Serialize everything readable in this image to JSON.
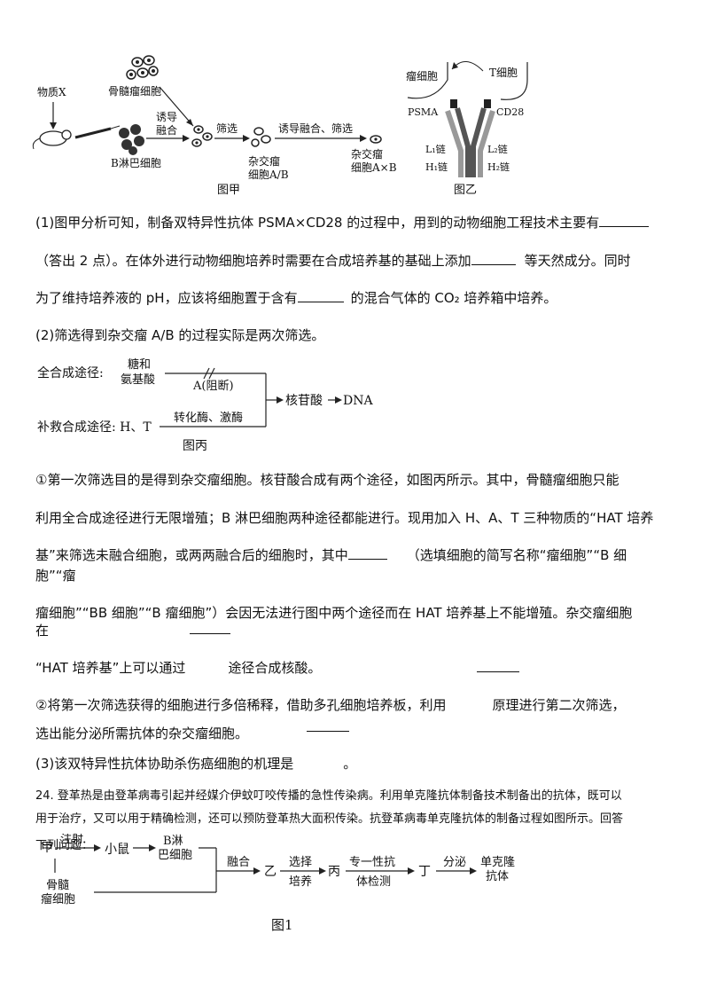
{
  "fig_jia": {
    "caption": "图甲",
    "substance_x": "物质X",
    "myeloma": "骨髓瘤细胞",
    "b_cell": "B淋巴细胞",
    "induce_fusion": [
      "诱导",
      "融合"
    ],
    "screen": "筛选",
    "induce_fusion_screen": "诱导融合、筛选",
    "hybrid_ab": [
      "杂交瘤",
      "细胞A/B"
    ],
    "hybrid_axb": [
      "杂交瘤",
      "细胞A×B"
    ]
  },
  "fig_yi": {
    "caption": "图乙",
    "tumor_cell": "瘤细胞",
    "t_cell": "T细胞",
    "psma": "PSMA",
    "cd28": "CD28",
    "l1": "L₁链",
    "h1": "H₁链",
    "l2": "L₂链",
    "h2": "H₂链"
  },
  "q1": {
    "line1": "(1)图甲分析可知，制备双特异性抗体 PSMA×CD28 的过程中，用到的动物细胞工程技术主要有",
    "line2a": "（答出 2 点）。在体外进行动物细胞培养时需要在合成培养基的基础上添加",
    "line2b": "等天然成分。同时",
    "line3a": "为了维持培养液的 pH，应该将细胞置于含有",
    "line3b": "的混合气体的 CO₂ 培养箱中培养。"
  },
  "q2": {
    "intro": "(2)筛选得到杂交瘤 A/B 的过程实际是两次筛选。"
  },
  "fig_bing": {
    "caption": "图丙",
    "full_path": "全合成途径:",
    "sugar": "糖和",
    "amino": "氨基酸",
    "a_block": "A(阻断)",
    "nucleotide": "核苷酸",
    "dna": "DNA",
    "salvage": "补救合成途径: H、T",
    "enzymes": "转化酶、激酶"
  },
  "q2_1": {
    "l1": "①第一次筛选目的是得到杂交瘤细胞。核苷酸合成有两个途径，如图丙所示。其中，骨髓瘤细胞只能",
    "l2": "利用全合成途径进行无限增殖；B 淋巴细胞两种途径都能进行。现用加入 H、A、T 三种物质的“HAT 培养",
    "l3a": "基”来筛选未融合细胞，或两两融合后的细胞时，其中",
    "l3b": "（选填细胞的简写名称“瘤细胞”“B 细",
    "l4": "胞”“瘤",
    "l5": "瘤细胞”“BB 细胞”“B 瘤细胞”）会因无法进行图中两个途径而在 HAT 培养基上不能增殖。杂交瘤细胞",
    "l6": "在",
    "l7a": "“HAT 培养基”上可以通过",
    "l7b": "途径合成核酸。"
  },
  "q2_2": {
    "l1a": "②将第一次筛选获得的细胞进行多倍稀释，借助多孔细胞培养板，利用",
    "l1b": "原理进行第二次筛选，",
    "l2": "选出能分泌所需抗体的杂交瘤细胞。"
  },
  "q3": {
    "text": "(3)该双特异性抗体协助杀伤癌细胞的机理是",
    "end": "。"
  },
  "q24": {
    "l1": "24. 登革热是由登革病毒引起并经媒介伊蚊叮咬传播的急性传染病。利用单克隆抗体制备技术制备出的抗体，既可以",
    "l2": "用于治疗，又可以用于精确检测，还可以预防登革热大面积传染。抗登革病毒单克隆抗体的制备过程如图所示。回答",
    "l3": "下列问题："
  },
  "fig1": {
    "caption": "图1",
    "jia": "甲",
    "inject": "注射",
    "mouse": "小鼠",
    "b_cell": [
      "B淋",
      "巴细胞"
    ],
    "myeloma": [
      "骨髓",
      "瘤细胞"
    ],
    "fuse": "融合",
    "yi": "乙",
    "select": [
      "选择",
      "培养"
    ],
    "bing": "丙",
    "specific": [
      "专一性抗",
      "体检测"
    ],
    "ding": "丁",
    "secrete": "分泌",
    "mab": [
      "单克隆",
      "抗体"
    ]
  }
}
